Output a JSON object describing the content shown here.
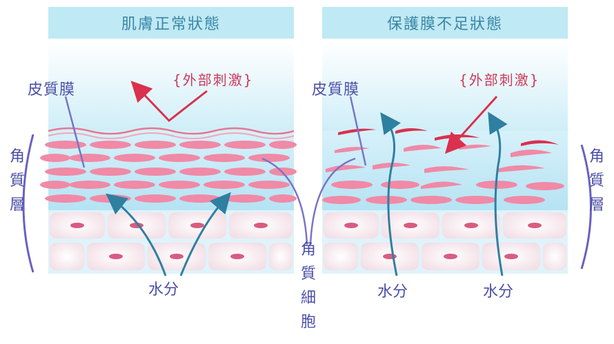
{
  "left_panel": {
    "title": "肌膚正常狀態",
    "sebum_label": "皮質膜",
    "stimulus_label": "{外部刺激}",
    "water_label": "水分"
  },
  "right_panel": {
    "title": "保護膜不足狀態",
    "sebum_label": "皮質膜",
    "stimulus_label": "{外部刺激}",
    "water_label_1": "水分",
    "water_label_2": "水分"
  },
  "side_labels": {
    "stratum_corneum_left": [
      "角",
      "質",
      "層"
    ],
    "stratum_corneum_right": [
      "角",
      "質",
      "層"
    ],
    "keratinocyte": [
      "角",
      "質",
      "細",
      "胞"
    ]
  },
  "colors": {
    "title_bg": "#bfe9f4",
    "title_text": "#3a86a6",
    "label_text": "#4b4fa6",
    "stimulus_red": "#d9314e",
    "lipid_pink": "#f08aa6",
    "arrow_teal": "#2f7fa0"
  }
}
